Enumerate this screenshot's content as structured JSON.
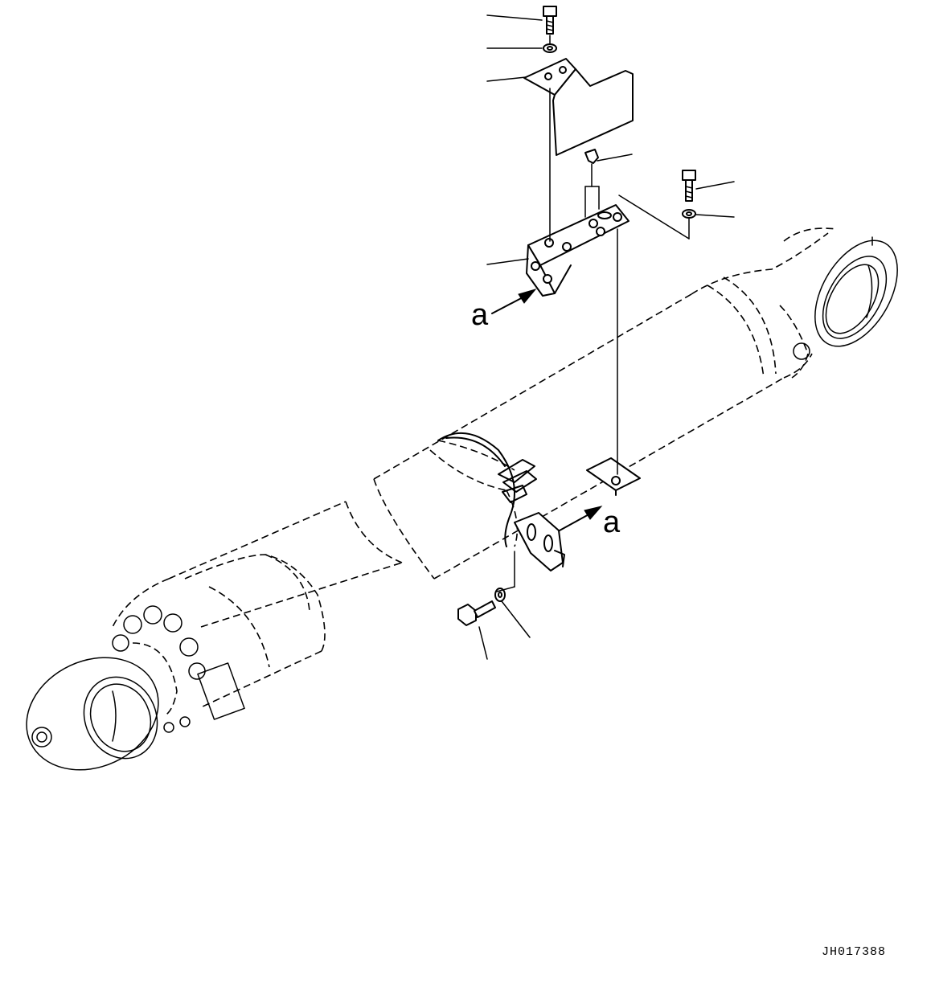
{
  "diagram": {
    "view_markers": [
      {
        "label": "a"
      },
      {
        "label": "a"
      }
    ],
    "drawing_number": "JH017388"
  }
}
